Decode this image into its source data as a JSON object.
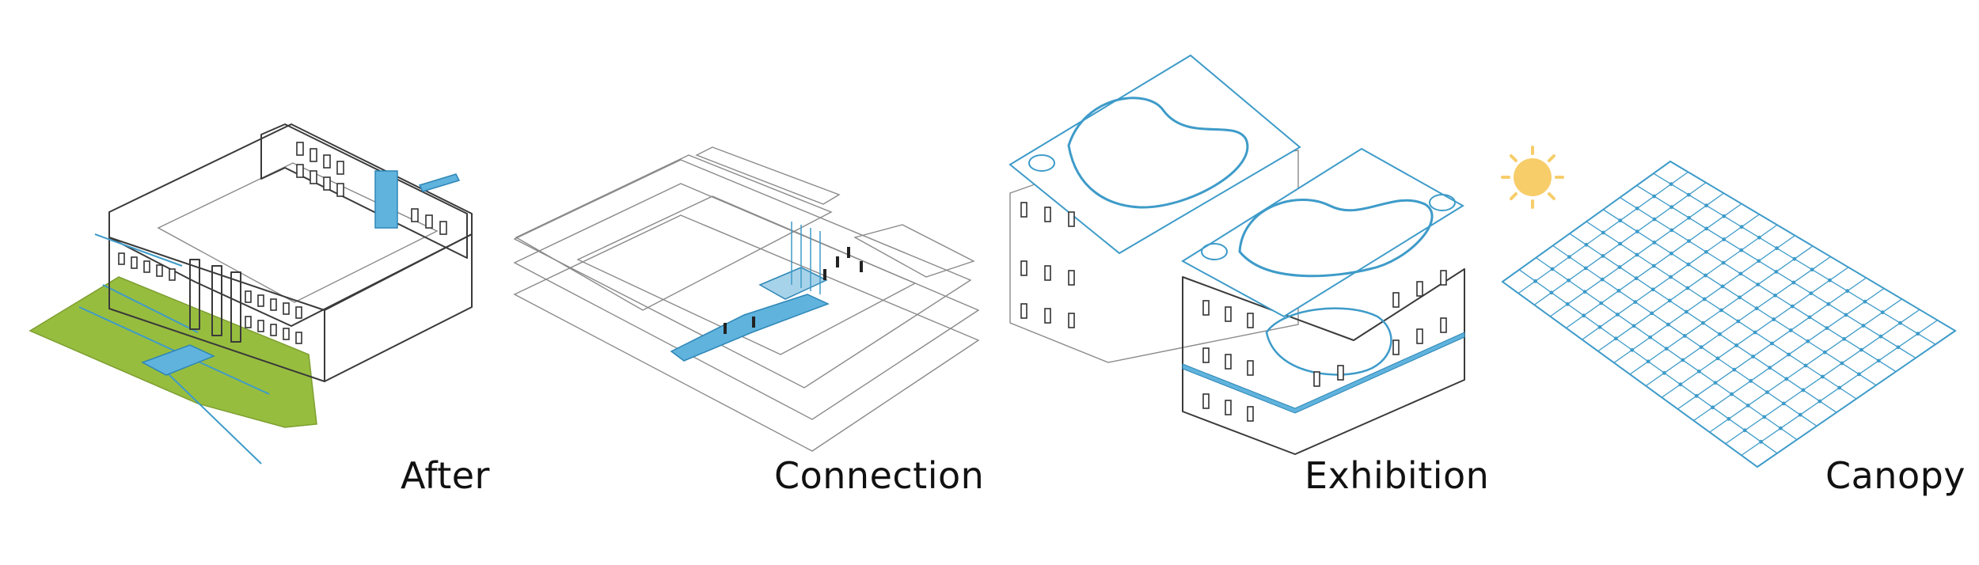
{
  "panels": [
    {
      "caption": "After",
      "icon": "building-axonometric"
    },
    {
      "caption": "Connection",
      "icon": "floor-plates-bridge"
    },
    {
      "caption": "Exhibition",
      "icon": "gallery-walkways"
    },
    {
      "caption": "Canopy",
      "icon": "canopy-grid"
    }
  ],
  "colors": {
    "accent_blue": "#3e9bc9",
    "grass_green": "#97bd3f",
    "sun_yellow": "#f7cd6a",
    "line": "#3a3a3a"
  },
  "sun_icon": "sun-icon"
}
